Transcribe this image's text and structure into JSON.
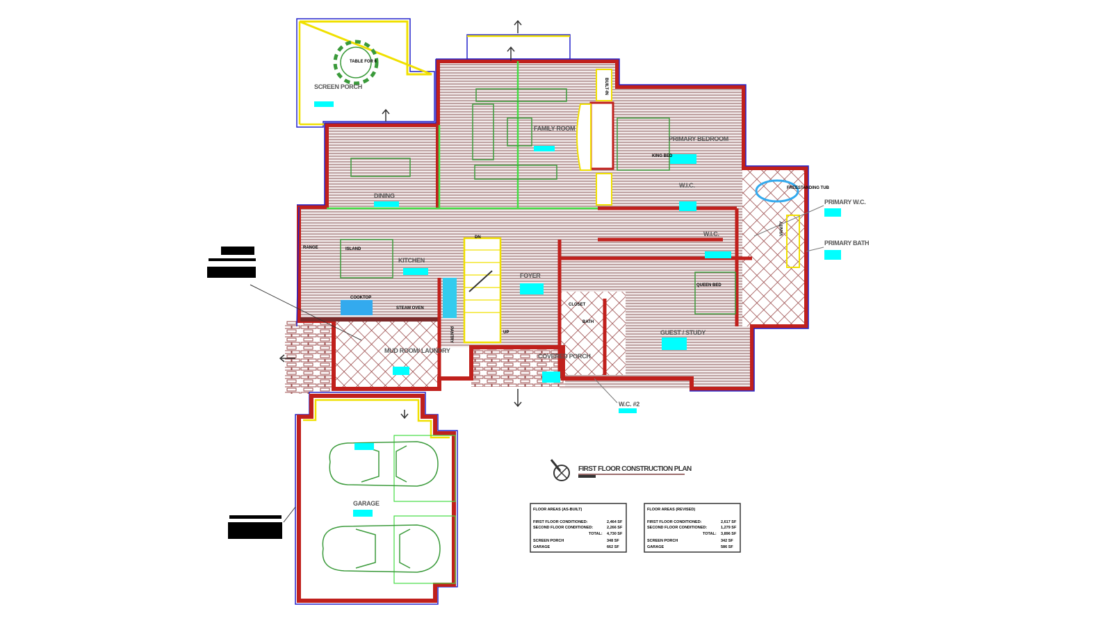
{
  "plan": {
    "title": "FIRST FLOOR CONSTRUCTION PLAN",
    "rooms": {
      "screen_porch": "SCREEN PORCH",
      "family_room": "FAMILY ROOM",
      "primary_bedroom": "PRIMARY BEDROOM",
      "dining": "DINING",
      "kitchen": "KITCHEN",
      "foyer": "FOYER",
      "mud_room": "MUD ROOM/ LAUNDRY",
      "covered_porch": "COVERED PORCH",
      "guest_study": "GUEST / STUDY",
      "garage": "GARAGE",
      "wic_1": "W.I.C.",
      "wic_2": "W.I.C.",
      "primary_wc": "PRIMARY W.C.",
      "primary_bath": "PRIMARY BATH",
      "wc2": "W.C. #2",
      "bath": "BATH",
      "dn": "DN",
      "up": "UP",
      "built_in": "BUILT-IN",
      "range": "RANGE",
      "island": "ISLAND",
      "cooktop": "COOKTOP",
      "steam_oven": "STEAM OVEN",
      "table": "TABLE FOR 6",
      "closet": "CLOSET",
      "pantry": "PANTRY",
      "freestanding_tub": "FREESTANDING TUB",
      "vanity": "VANITY",
      "king_bed": "KING BED",
      "queen_bed": "QUEEN BED"
    }
  },
  "tables": [
    {
      "title": "FLOOR AREAS (AS-BUILT)",
      "rows": [
        {
          "label": "FIRST FLOOR CONDITIONED:",
          "value": "2,464 SF"
        },
        {
          "label": "SECOND FLOOR CONDITIONED:",
          "value": "2,266 SF"
        },
        {
          "label": "TOTAL:",
          "value": "4,730 SF"
        },
        {
          "label": "SCREEN PORCH",
          "value": "348 SF"
        },
        {
          "label": "GARAGE",
          "value": "662 SF"
        }
      ]
    },
    {
      "title": "FLOOR AREAS (REVISED)",
      "rows": [
        {
          "label": "FIRST FLOOR CONDITIONED:",
          "value": "2,617 SF"
        },
        {
          "label": "SECOND FLOOR CONDITIONED:",
          "value": "1,279 SF"
        },
        {
          "label": "TOTAL:",
          "value": "3,896 SF"
        },
        {
          "label": "SCREEN PORCH",
          "value": "342 SF"
        },
        {
          "label": "GARAGE",
          "value": "586 SF"
        }
      ]
    }
  ],
  "colors": {
    "wall": "#c0201c",
    "outline": "#2222cc",
    "tag": "#00ffff",
    "floor_stripe": "#b09090",
    "furniture": "#3a9a3a"
  }
}
